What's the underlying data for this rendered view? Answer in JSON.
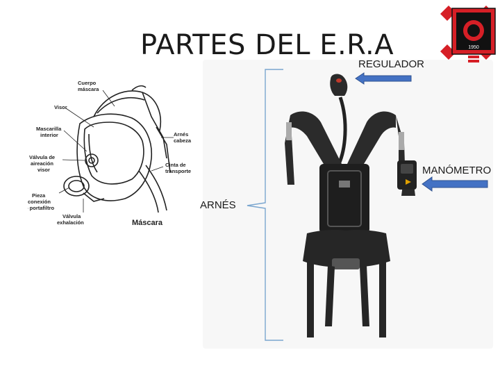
{
  "slide": {
    "title": "PARTES DEL E.R.A",
    "labels": {
      "regulator": "REGULADOR",
      "gauge": "MANÓMETRO",
      "harness": "ARNÉS"
    }
  },
  "mask_diagram": {
    "caption": "Máscara",
    "parts": {
      "body_line1": "Cuerpo",
      "body_line2": "máscara",
      "visor": "Visor",
      "inner_line1": "Mascarilla",
      "inner_line2": "interior",
      "valve_line1": "Válvula de",
      "valve_line2": "aireación",
      "valve_line3": "visor",
      "conn_line1": "Pieza",
      "conn_line2": "conexión",
      "conn_line3": "o portafiltro",
      "exh_line1": "Válvula",
      "exh_line2": "exhalación",
      "head_line1": "Arnés",
      "head_line2": "cabeza",
      "strap_line1": "Cinta de",
      "strap_line2": "transporte"
    }
  },
  "badge": {
    "year": "1950",
    "colors": {
      "red": "#d61f26",
      "black": "#111111"
    }
  },
  "colors": {
    "arrow": "#4472c4",
    "bracket": "#7aa6cf"
  }
}
